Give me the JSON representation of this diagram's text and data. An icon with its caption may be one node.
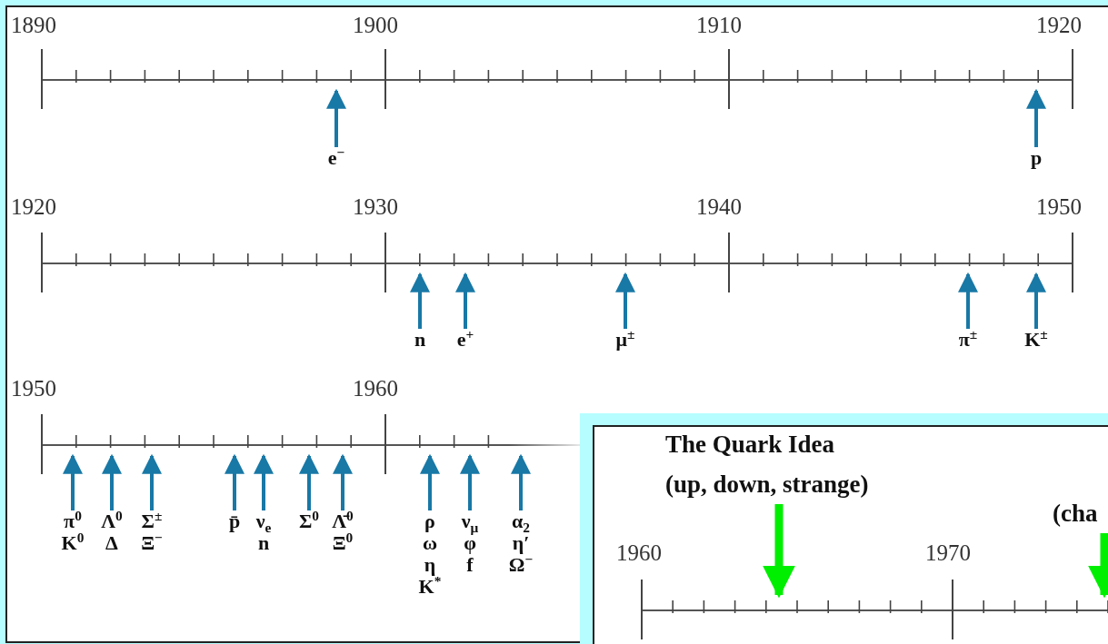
{
  "diagram": {
    "nodes": [
      {
        "text": [
          "e$^{−}$"
        ]
      },
      {
        "text": [
          "p"
        ]
      },
      {
        "text": [
          "n"
        ]
      },
      {
        "text": [
          "e$^{+}$"
        ]
      },
      {
        "text": [
          "μ$^{±}$"
        ]
      },
      {
        "text": [
          "π$^{±}$"
        ]
      },
      {
        "text": [
          "K$^{±}$"
        ]
      },
      {
        "text": [
          "π$^{0}$",
          "K$^{0}$"
        ]
      },
      {
        "text": [
          "Λ$^{0}$",
          "Δ"
        ]
      },
      {
        "text": [
          "Σ$^{±}$",
          "Ξ$^{−}$"
        ]
      },
      {
        "text": [
          "p̄"
        ]
      },
      {
        "text": [
          "ν$_{e}$",
          "n"
        ]
      },
      {
        "text": [
          "Σ$^{0}$"
        ]
      },
      {
        "text": [
          "Λ̄$^{0}$",
          "Ξ$^{0}$"
        ]
      },
      {
        "text": [
          "ρ",
          "ω",
          "η",
          "K$^{*}$"
        ]
      },
      {
        "text": [
          "ν$_{μ}$",
          "φ",
          "f"
        ]
      },
      {
        "text": [
          "α$_{2}$",
          "η′",
          "Ω$^{−}$"
        ]
      },
      {
        "text": [
          "The Quark Idea",
          "(up, down, strange)"
        ]
      },
      {
        "text": [
          "(cha"
        ]
      }
    ],
    "edges": [
      {
        "from": 0,
        "to": null,
        "arrow": "to"
      },
      {
        "from": 1,
        "to": null,
        "arrow": "to"
      },
      {
        "from": 2,
        "to": null,
        "arrow": "to"
      },
      {
        "from": 3,
        "to": null,
        "arrow": "to"
      },
      {
        "from": 4,
        "to": null,
        "arrow": "to"
      },
      {
        "from": 5,
        "to": null,
        "arrow": "to"
      },
      {
        "from": 6,
        "to": null,
        "arrow": "to"
      },
      {
        "from": 7,
        "to": null,
        "arrow": "to"
      },
      {
        "from": 8,
        "to": null,
        "arrow": "to"
      },
      {
        "from": 9,
        "to": null,
        "arrow": "to"
      },
      {
        "from": 10,
        "to": null,
        "arrow": "to"
      },
      {
        "from": 11,
        "to": null,
        "arrow": "to"
      },
      {
        "from": 12,
        "to": null,
        "arrow": "to"
      },
      {
        "from": 13,
        "to": null,
        "arrow": "to"
      },
      {
        "from": 14,
        "to": null,
        "arrow": "to"
      },
      {
        "from": 15,
        "to": null,
        "arrow": "to"
      },
      {
        "from": 16,
        "to": null,
        "arrow": "to"
      },
      {
        "from": 17,
        "to": null,
        "arrow": "to",
        "style": "thick",
        "color": "#00ee00"
      },
      {
        "from": 18,
        "to": null,
        "arrow": "to",
        "style": "thick",
        "color": "#00ee00"
      }
    ],
    "labels": [
      "1890",
      "1900",
      "1910",
      "1920",
      "1920",
      "1930",
      "1940",
      "1950",
      "1950",
      "1960",
      "1960",
      "1970"
    ]
  }
}
